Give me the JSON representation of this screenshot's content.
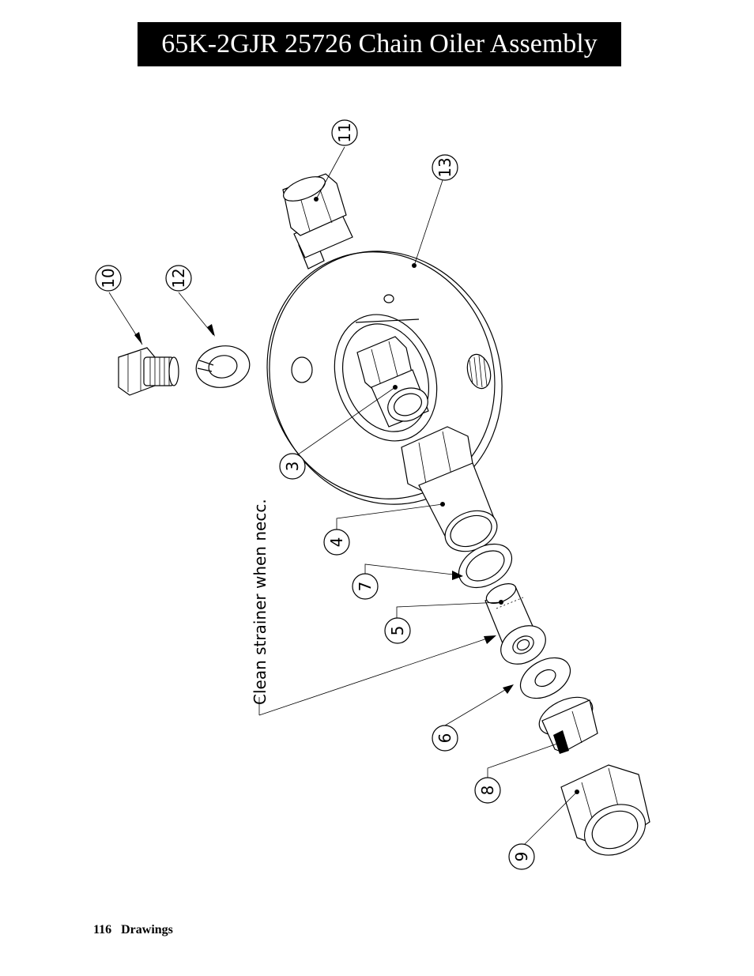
{
  "page": {
    "title": "65K-2GJR 25726 Chain Oiler Assembly",
    "page_number": "116",
    "section": "Drawings"
  },
  "drawing": {
    "note": "Clean strainer when necc.",
    "callouts": [
      "11",
      "13",
      "10",
      "12",
      "3",
      "4",
      "7",
      "5",
      "6",
      "8",
      "9"
    ]
  }
}
